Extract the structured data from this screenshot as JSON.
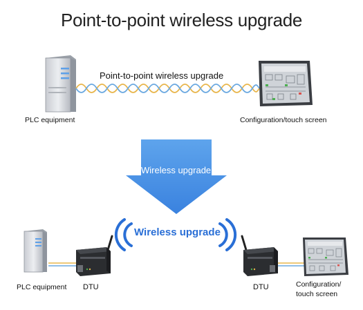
{
  "title": "Point-to-point wireless upgrade",
  "top": {
    "cable_label": "Point-to-point wireless upgrade",
    "left_label": "PLC equipment",
    "right_label": "Configuration/touch screen"
  },
  "arrow": {
    "label": "Wireless upgrade"
  },
  "bottom": {
    "wireless_label": "Wireless upgrade",
    "left_device_label": "PLC equipment",
    "left_dtu_label": "DTU",
    "right_dtu_label": "DTU",
    "right_device_label_line1": "Configuration/",
    "right_device_label_line2": "touch screen"
  },
  "colors": {
    "arrow_blue": "#4a90e8",
    "wireless_blue": "#2a6fd6",
    "cable_yellow": "#e8b54a",
    "cable_blue": "#6aa8e0"
  }
}
